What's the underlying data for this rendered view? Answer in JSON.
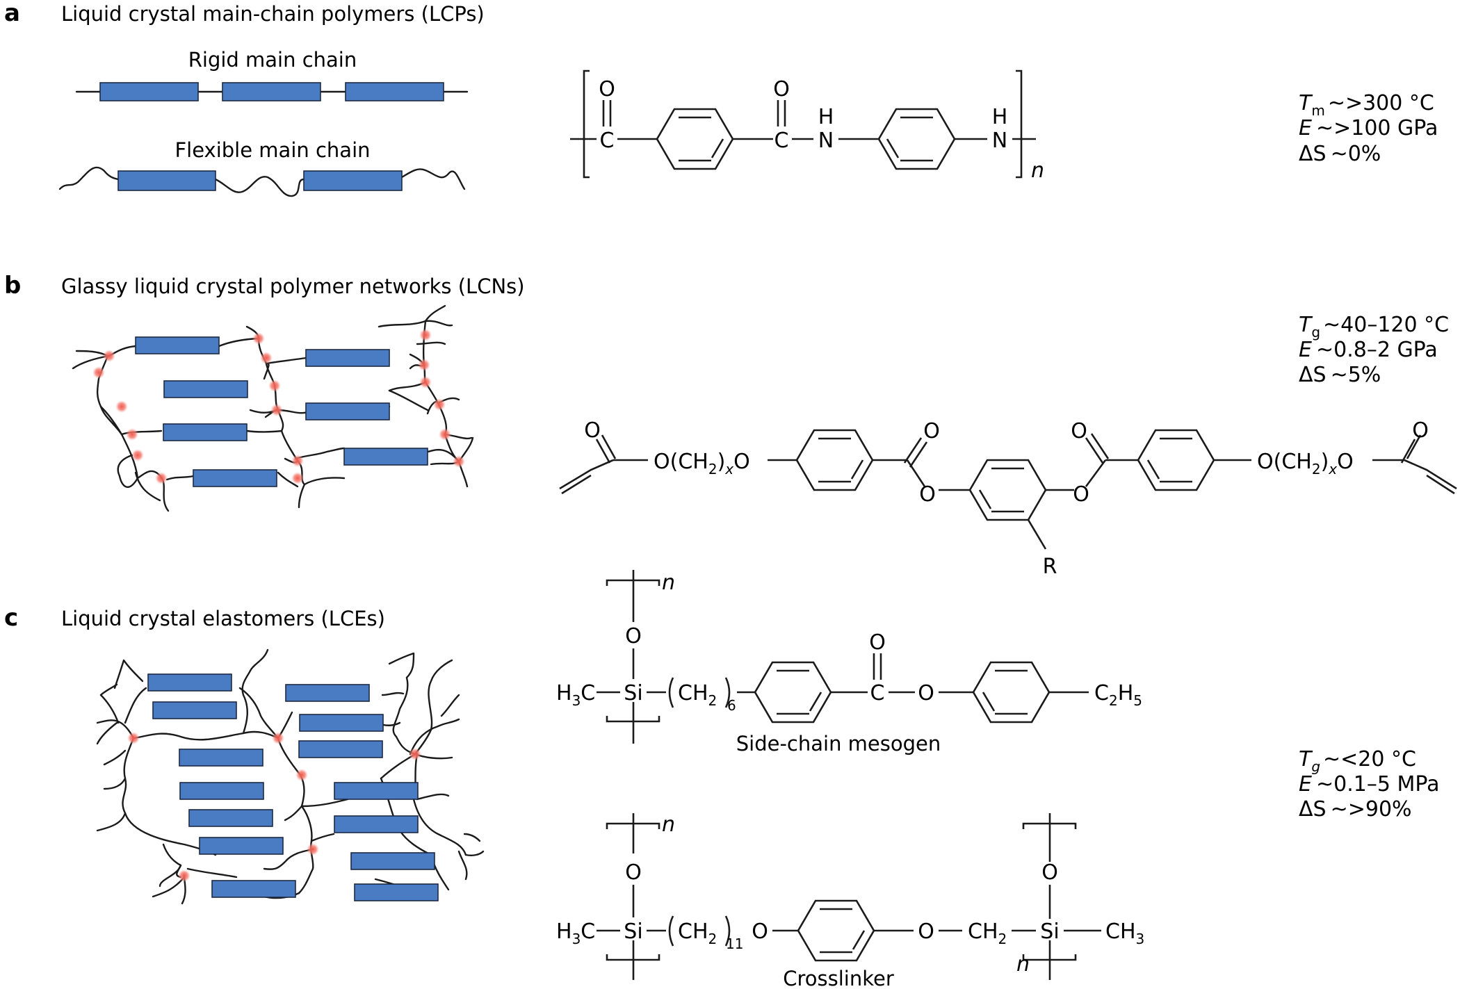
{
  "panels": {
    "a": {
      "letter": "a",
      "title": "Liquid crystal main-chain polymers (LCPs)",
      "rigid_label": "Rigid main chain",
      "flexible_label": "Flexible main chain",
      "props": {
        "l1_sym": "T",
        "l1_sub": "m",
        "l1_val": "~>300 °C",
        "l2_sym": "E",
        "l2_val": "~>100 GPa",
        "l3_sym": "ΔS",
        "l3_val": "~0%"
      },
      "chem": {
        "O": "O",
        "C": "C",
        "H": "H",
        "N": "N",
        "n": "n"
      }
    },
    "b": {
      "letter": "b",
      "title": "Glassy liquid crystal polymer networks (LCNs)",
      "props": {
        "l1_sym": "T",
        "l1_sub": "g",
        "l1_val": "~40–120 °C",
        "l2_sym": "E",
        "l2_val": "~0.8–2 GPa",
        "l3_sym": "ΔS",
        "l3_val": "~5%"
      },
      "chem": {
        "O": "O",
        "och2": "O(CH",
        "sub2": "2",
        "subx": "x",
        "close": ")",
        "R": "R"
      }
    },
    "c": {
      "letter": "c",
      "title": "Liquid crystal elastomers (LCEs)",
      "props": {
        "l1_sym": "T",
        "l1_sub": "g",
        "l1_val": "~<20 °C",
        "l2_sym": "E",
        "l2_val": "~0.1–5 MPa",
        "l3_sym": "ΔS",
        "l3_val": "~>90%"
      },
      "side_chain_label": "Side-chain mesogen",
      "crosslinker_label": "Crosslinker",
      "chem": {
        "H3C": "H",
        "sub3": "3",
        "C": "C",
        "Si": "Si",
        "CH": "CH",
        "sub2": "2",
        "sub6": "6",
        "sub11": "11",
        "O": "O",
        "C2H5_C": "C",
        "C2H5_H": "H",
        "sub5": "5",
        "n": "n",
        "CH3_C": "CH",
        "CH2": "CH"
      }
    }
  },
  "colors": {
    "mesogen": "#4a7cc4",
    "crosslink": "#f05a4f",
    "ink": "#1a1a1a"
  }
}
